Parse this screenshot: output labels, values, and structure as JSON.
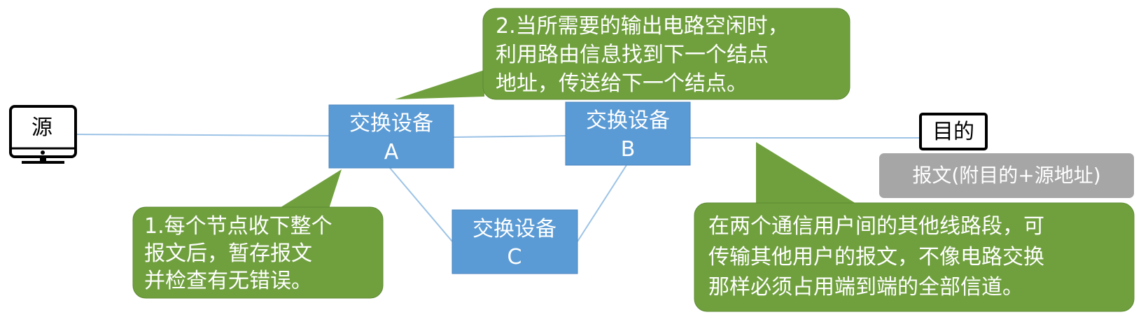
{
  "colors": {
    "background": "#ffffff",
    "device_fill": "#5b9bd5",
    "bubble_fill": "#70a03e",
    "message_fill": "#a6a6a6",
    "link_line": "#9dc3e6"
  },
  "source": {
    "label": "源",
    "icon": "monitor-icon"
  },
  "destination": {
    "label": "目的"
  },
  "devices": [
    {
      "line1": "交换设备",
      "line2": "A"
    },
    {
      "line1": "交换设备",
      "line2": "B"
    },
    {
      "line1": "交换设备",
      "line2": "C"
    }
  ],
  "message": {
    "label": "报文(附目的+源地址)"
  },
  "callouts": {
    "step1": [
      "1.每个节点收下整个",
      "报文后，暂存报文",
      "并检查有无错误。"
    ],
    "step2": [
      "2.当所需要的输出电路空闲时，",
      "利用路由信息找到下一个结点",
      "地址，传送给下一个结点。"
    ],
    "note": [
      "在两个通信用户间的其他线路段，可",
      "传输其他用户的报文，不像电路交换",
      "那样必须占用端到端的全部信道。"
    ]
  }
}
